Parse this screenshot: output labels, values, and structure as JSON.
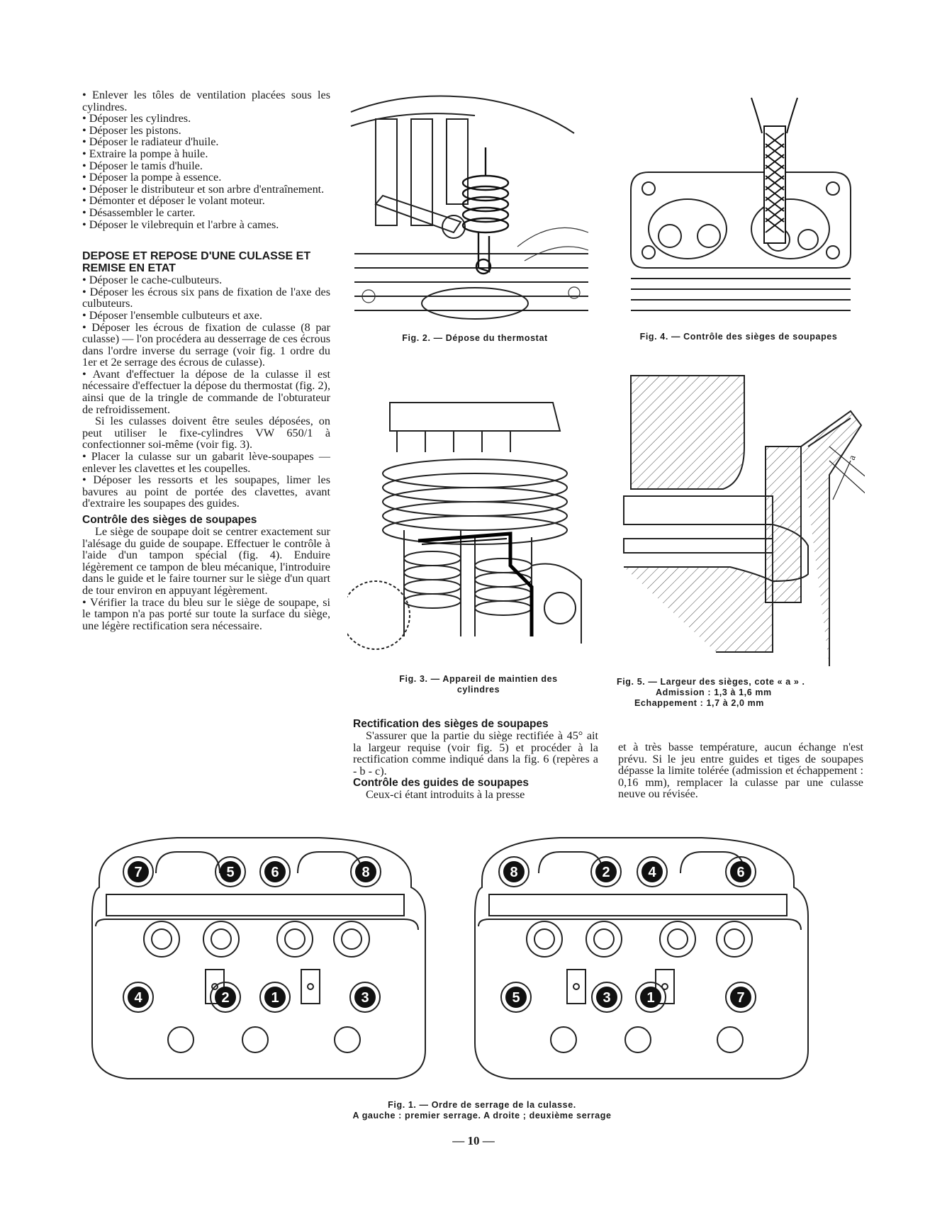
{
  "left_column": {
    "list1": [
      "Enlever les tôles de ventilation placées sous les cylindres.",
      "Déposer les cylindres.",
      "Déposer les pistons.",
      "Déposer le radiateur d'huile.",
      "Extraire la pompe à huile.",
      "Déposer le tamis d'huile.",
      "Déposer la pompe à essence.",
      "Déposer le distributeur et son arbre d'entraînement.",
      "Démonter et déposer le volant moteur.",
      "Désassembler le carter.",
      "Déposer le vilebrequin et l'arbre à cames."
    ],
    "section_title": "DEPOSE ET REPOSE D'UNE CULASSE ET REMISE EN ETAT",
    "list2": [
      "Déposer le cache-culbuteurs.",
      "Déposer les écrous six pans de fixation de l'axe des culbuteurs.",
      "Déposer l'ensemble culbuteurs et axe.",
      "Déposer les écrous de fixation de culasse (8 par culasse) — l'on procédera au desserrage de ces écrous dans l'ordre inverse du serrage (voir fig. 1 ordre du 1er et 2e serrage des écrous de culasse).",
      "Avant d'effectuer la dépose de la culasse il est nécessaire d'effectuer la dépose du thermostat (fig. 2), ainsi que de la tringle de commande de l'obturateur de refroidissement."
    ],
    "para1": "Si les culasses doivent être seules déposées, on peut utiliser le fixe-cylindres VW 650/1 à confectionner soi-même (voir fig. 3).",
    "list3": [
      "Placer la culasse sur un gabarit lève-soupapes — enlever les clavettes et les coupelles.",
      "Déposer les ressorts et les soupapes, limer les bavures au point de portée des clavettes, avant d'extraire les soupapes des guides."
    ],
    "subtitle1": "Contrôle des sièges de soupapes",
    "para2": "Le siège de soupape doit se centrer exactement sur l'alésage du guide de soupape. Effectuer le contrôle à l'aide d'un tampon spécial (fig. 4). Enduire légèrement ce tampon de bleu mécanique, l'introduire dans le guide et le faire tourner sur le siège d'un quart de tour environ en appuyant légèrement.",
    "list4": [
      "Vérifier la trace du bleu sur le siège de soupape, si le tampon n'a pas porté sur toute la surface du siège, une légère rectification sera nécessaire."
    ]
  },
  "middle_column": {
    "subtitle1": "Rectification des sièges de soupapes",
    "para1": "S'assurer que la partie du siège rectifiée à 45° ait la largeur requise (voir fig. 5) et procéder à la rectification comme indiqué dans la fig. 6 (repères a - b - c).",
    "subtitle2": "Contrôle des guides de soupapes",
    "para2": "Ceux-ci étant introduits à la presse"
  },
  "right_column": {
    "para1": "et à très basse température, aucun échange n'est prévu. Si le jeu entre guides et tiges de soupapes dépasse la limite tolérée (admission et échappement : 0,16 mm), remplacer la culasse par une culasse neuve ou révisée."
  },
  "figures": {
    "fig2_caption": "Fig. 2. — Dépose du thermostat",
    "fig4_caption": "Fig. 4. — Contrôle des sièges de soupapes",
    "fig3_caption_line1": "Fig. 3. — Appareil de maintien des",
    "fig3_caption_line2": "cylindres",
    "fig5_caption_line1": "Fig. 5. — Largeur des sièges, cote « a » .",
    "fig5_caption_line2": "Admission : 1,3 à 1,6 mm",
    "fig5_caption_line3": "Echappement : 1,7 à 2,0 mm",
    "fig5_label": "a",
    "fig1_caption_line1": "Fig. 1. — Ordre de serrage de la culasse.",
    "fig1_caption_line2": "A gauche : premier serrage. A droite ; deuxième serrage",
    "fig1_left_numbers": [
      "7",
      "5",
      "6",
      "8",
      "4",
      "2",
      "1",
      "3"
    ],
    "fig1_right_numbers": [
      "8",
      "2",
      "4",
      "6",
      "5",
      "3",
      "1",
      "7"
    ]
  },
  "page_number": "— 10 —"
}
